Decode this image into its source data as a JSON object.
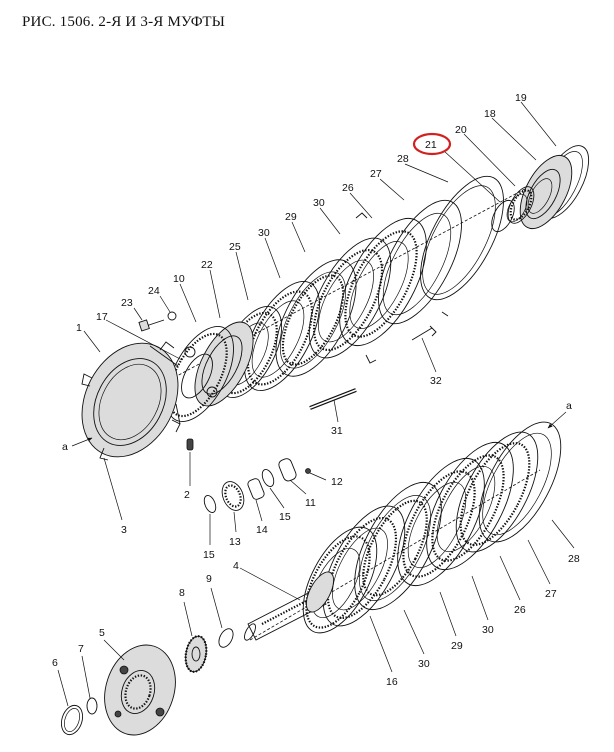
{
  "title": "РИС. 1506. 2-Я И 3-Я МУФТЫ",
  "highlight_color": "#d21f1f",
  "callouts": [
    {
      "id": "c19",
      "label": "19"
    },
    {
      "id": "c18",
      "label": "18"
    },
    {
      "id": "c20",
      "label": "20"
    },
    {
      "id": "c21",
      "label": "21",
      "highlighted": true
    },
    {
      "id": "c28a",
      "label": "28"
    },
    {
      "id": "c27a",
      "label": "27"
    },
    {
      "id": "c26a",
      "label": "26"
    },
    {
      "id": "c30a",
      "label": "30"
    },
    {
      "id": "c29a",
      "label": "29"
    },
    {
      "id": "c30b",
      "label": "30"
    },
    {
      "id": "c25",
      "label": "25"
    },
    {
      "id": "c22",
      "label": "22"
    },
    {
      "id": "c10",
      "label": "10"
    },
    {
      "id": "c24",
      "label": "24"
    },
    {
      "id": "c23",
      "label": "23"
    },
    {
      "id": "c17",
      "label": "17"
    },
    {
      "id": "c1",
      "label": "1"
    },
    {
      "id": "ca1",
      "label": "a"
    },
    {
      "id": "c3",
      "label": "3"
    },
    {
      "id": "c2",
      "label": "2"
    },
    {
      "id": "c32",
      "label": "32"
    },
    {
      "id": "c31",
      "label": "31"
    },
    {
      "id": "c12",
      "label": "12"
    },
    {
      "id": "c11",
      "label": "11"
    },
    {
      "id": "c15a",
      "label": "15"
    },
    {
      "id": "c14",
      "label": "14"
    },
    {
      "id": "c13",
      "label": "13"
    },
    {
      "id": "c15b",
      "label": "15"
    },
    {
      "id": "ca2",
      "label": "a"
    },
    {
      "id": "c28b",
      "label": "28"
    },
    {
      "id": "c27b",
      "label": "27"
    },
    {
      "id": "c26b",
      "label": "26"
    },
    {
      "id": "c30c",
      "label": "30"
    },
    {
      "id": "c29b",
      "label": "29"
    },
    {
      "id": "c30d",
      "label": "30"
    },
    {
      "id": "c16",
      "label": "16"
    },
    {
      "id": "c4",
      "label": "4"
    },
    {
      "id": "c9",
      "label": "9"
    },
    {
      "id": "c8",
      "label": "8"
    },
    {
      "id": "c5",
      "label": "5"
    },
    {
      "id": "c6",
      "label": "6"
    },
    {
      "id": "c7",
      "label": "7"
    }
  ]
}
